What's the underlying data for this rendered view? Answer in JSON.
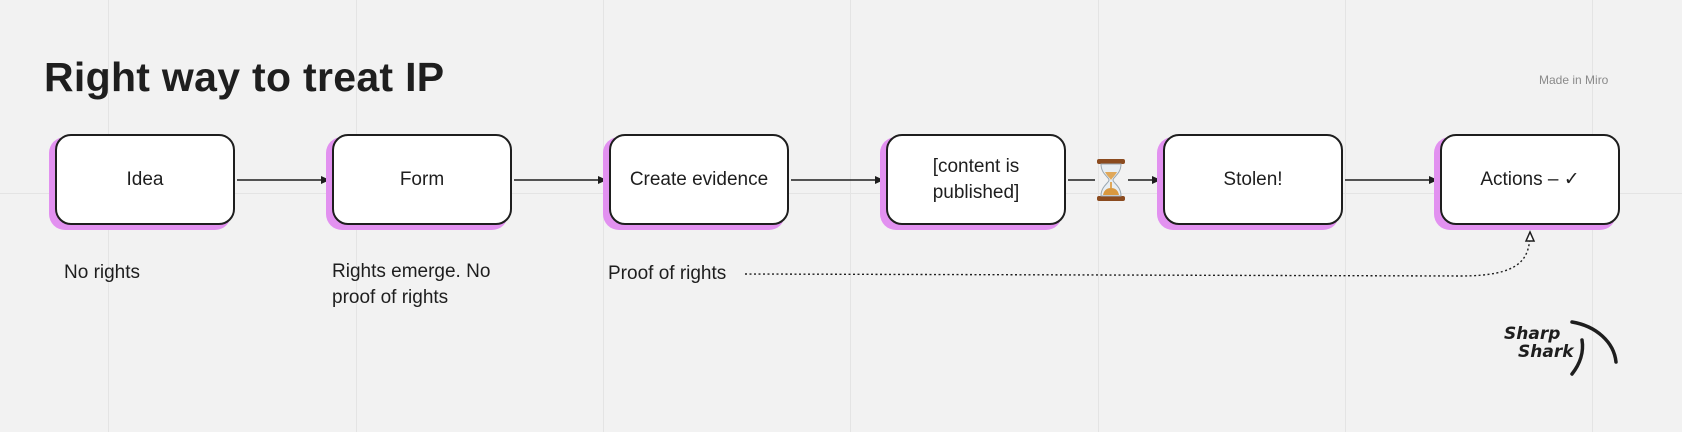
{
  "title": "Right way to treat IP",
  "watermark": "Made in Miro",
  "colors": {
    "background": "#f2f2f2",
    "node_fill": "#ffffff",
    "node_border": "#1e1e1e",
    "node_shadow": "#e291f0",
    "text": "#1e1e1e"
  },
  "nodes": [
    {
      "label": "Idea"
    },
    {
      "label": "Form"
    },
    {
      "label": "Create evidence"
    },
    {
      "label": "[content is published]"
    },
    {
      "label": "Stolen!"
    },
    {
      "label": "Actions – ✓"
    }
  ],
  "notes": {
    "idea": "No rights",
    "form": "Rights emerge. No proof of rights",
    "evidence": "Proof of rights"
  },
  "icons": {
    "between_published_and_stolen": "hourglass-icon"
  },
  "logo": {
    "line1": "Sharp",
    "line2": "Shark"
  }
}
